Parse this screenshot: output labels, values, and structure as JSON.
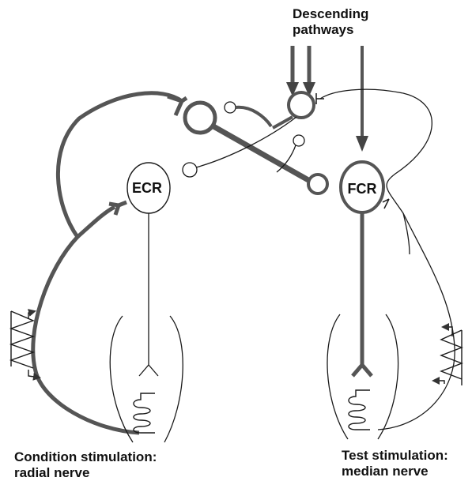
{
  "labels": {
    "descending_line1": "Descending",
    "descending_line2": "pathways",
    "ecr": "ECR",
    "fcr": "FCR",
    "condition_line1": "Condition stimulation:",
    "condition_line2": "radial nerve",
    "test_line1": "Test stimulation:",
    "test_line2": "median nerve"
  },
  "colors": {
    "thick_pathway": "#555555",
    "thin_line": "#1a1a1a",
    "arrow": "#444444",
    "text": "#111111"
  }
}
